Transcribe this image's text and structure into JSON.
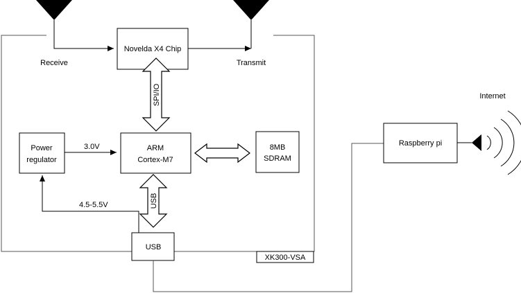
{
  "diagram": {
    "antenna_labels": {
      "receive": "Receive",
      "transmit": "Transmit"
    },
    "blocks": {
      "chip": "Novelda X4 Chip",
      "arm_line1": "ARM",
      "arm_line2": "Cortex-M7",
      "power_line1": "Power",
      "power_line2": "regulator",
      "sdram_line1": "8MB",
      "sdram_line2": "SDRAM",
      "usb": "USB",
      "raspberry": "Raspberry pi"
    },
    "bus_labels": {
      "spi": "SPI/IO",
      "usb_bus": "USB"
    },
    "connection_labels": {
      "power_out": "3.0V",
      "power_in": "4.5-5.5V"
    },
    "board_label": "XK300-VSA",
    "internet_label": "Internet"
  }
}
